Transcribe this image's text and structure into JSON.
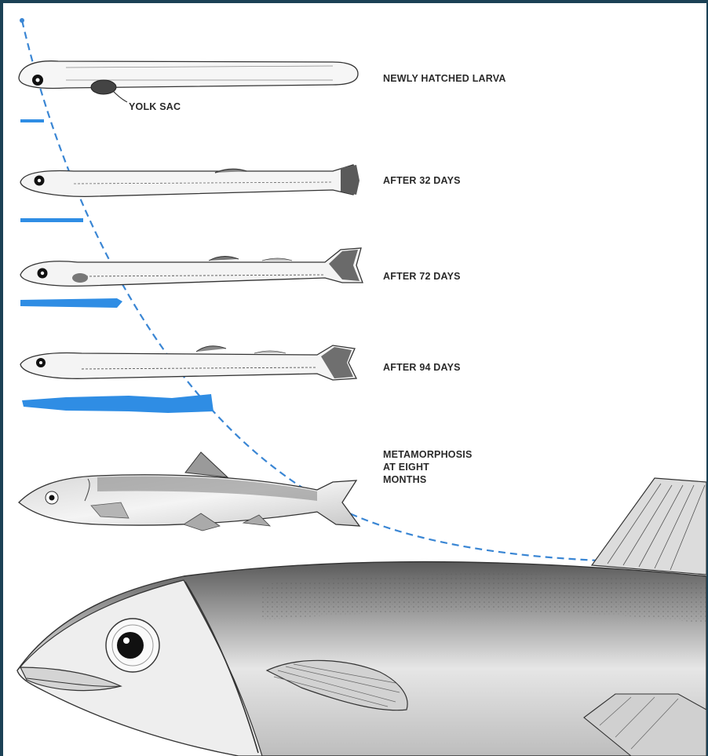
{
  "labels": {
    "stage_1": "NEWLY HATCHED LARVA",
    "yolk_sac": "YOLK SAC",
    "stage_2": "AFTER 32 DAYS",
    "stage_3": "AFTER 72 DAYS",
    "stage_4": "AFTER 94 DAYS",
    "stage_5": "METAMORPHOSIS\nAT EIGHT\nMONTHS"
  },
  "colors": {
    "frame": "#1b4155",
    "growth_curve": "#3a86d4",
    "scale_bar": "#2f8de4",
    "ink": "#2a2a2a"
  }
}
